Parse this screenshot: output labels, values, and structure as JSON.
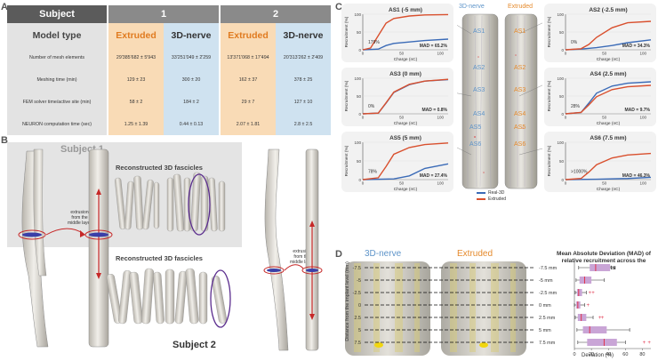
{
  "panels": {
    "a": "A",
    "b": "B",
    "c": "C",
    "d": "D"
  },
  "table": {
    "header_subject": "Subject",
    "header_subject_1": "1",
    "header_subject_2": "2",
    "model_type_label": "Model type",
    "model_types": [
      "Extruded",
      "3D-nerve",
      "Extruded",
      "3D-nerve"
    ],
    "rows": [
      {
        "label": "Number of mesh elements",
        "values": [
          "29'385'682 ± 5'943",
          "33'251'049 ± 2'259",
          "13'371'068 ± 17'494",
          "20'313'262 ± 2'409"
        ]
      },
      {
        "label": "Meshing time (min)",
        "values": [
          "129 ± 23",
          "300 ± 20",
          "162 ± 37",
          "378 ± 25"
        ]
      },
      {
        "label": "FEM solver time/active site (min)",
        "values": [
          "58 ± 2",
          "184 ± 2",
          "29 ± 7",
          "127 ± 10"
        ]
      },
      {
        "label": "NEURON computation time (sec)",
        "values": [
          "1.25 ± 1.39",
          "0.44 ± 0.13",
          "2.07 ± 1.81",
          "2.8 ± 2.5"
        ]
      }
    ],
    "colors": {
      "header_dark": "#7f7f7f",
      "extruded_bg": "#f9dbb6",
      "nerve_bg": "#cfe2f0",
      "label_bg": "#e3e3e3"
    }
  },
  "panel_b": {
    "subject1": "Subject 1",
    "subject2": "Subject 2",
    "reconstructed": "Reconstructed 3D fascicles",
    "extrusion_text": [
      "extrusion",
      "from the",
      "middle layer"
    ]
  },
  "panel_c": {
    "legend_3dnerve": "3D-nerve",
    "legend_extruded": "Extruded",
    "bottom_legend": [
      "Real-3D",
      "Extruded"
    ],
    "y_label": "Recruitment (%)",
    "x_label": "Charge (nC)",
    "site_labels": [
      "AS1",
      "AS2",
      "AS3",
      "AS4",
      "AS5",
      "AS6"
    ],
    "colors": {
      "nerve": "#3b6bb7",
      "extruded": "#d9502e",
      "nerve_label": "#5e94c9",
      "extruded_label": "#e58a2c"
    }
  },
  "chart_data": [
    {
      "type": "line",
      "title": "AS1 (-5 mm)",
      "xlabel": "Charge (nC)",
      "ylabel": "Recruitment (%)",
      "xlim": [
        0,
        110
      ],
      "ylim": [
        0,
        100
      ],
      "annotation": "179%",
      "mad": "MAD = 65.2%",
      "series": [
        {
          "name": "Real-3D",
          "x": [
            0,
            20,
            30,
            40,
            60,
            80,
            110
          ],
          "y": [
            0,
            2,
            12,
            18,
            22,
            26,
            30
          ]
        },
        {
          "name": "Extruded",
          "x": [
            0,
            10,
            20,
            30,
            40,
            60,
            80,
            110
          ],
          "y": [
            0,
            5,
            40,
            75,
            88,
            95,
            98,
            99
          ]
        }
      ]
    },
    {
      "type": "line",
      "title": "AS3 (0 mm)",
      "xlabel": "Charge (nC)",
      "ylabel": "Recruitment (%)",
      "xlim": [
        0,
        110
      ],
      "ylim": [
        0,
        100
      ],
      "annotation": "0%",
      "mad": "MAD = 0.8%",
      "series": [
        {
          "name": "Real-3D",
          "x": [
            0,
            20,
            30,
            40,
            60,
            80,
            110
          ],
          "y": [
            0,
            2,
            30,
            60,
            82,
            92,
            96
          ]
        },
        {
          "name": "Extruded",
          "x": [
            0,
            20,
            30,
            40,
            60,
            80,
            110
          ],
          "y": [
            0,
            2,
            31,
            61,
            83,
            92,
            97
          ]
        }
      ]
    },
    {
      "type": "line",
      "title": "AS5 (5 mm)",
      "xlabel": "Charge (nC)",
      "ylabel": "Recruitment (%)",
      "xlim": [
        0,
        110
      ],
      "ylim": [
        0,
        100
      ],
      "annotation": "78%",
      "mad": "MAD = 27.4%",
      "series": [
        {
          "name": "Real-3D",
          "x": [
            0,
            40,
            60,
            80,
            110
          ],
          "y": [
            0,
            2,
            10,
            30,
            42
          ]
        },
        {
          "name": "Extruded",
          "x": [
            0,
            20,
            30,
            40,
            60,
            80,
            110
          ],
          "y": [
            0,
            5,
            35,
            68,
            86,
            94,
            98
          ]
        }
      ]
    },
    {
      "type": "line",
      "title": "AS2 (-2.5 mm)",
      "xlabel": "Charge (nC)",
      "ylabel": "Recruitment (%)",
      "xlim": [
        0,
        110
      ],
      "ylim": [
        0,
        100
      ],
      "annotation": "0%",
      "mad": "MAD = 34.3%",
      "series": [
        {
          "name": "Real-3D",
          "x": [
            0,
            20,
            40,
            60,
            80,
            110
          ],
          "y": [
            0,
            2,
            6,
            12,
            20,
            28
          ]
        },
        {
          "name": "Extruded",
          "x": [
            0,
            20,
            30,
            40,
            60,
            80,
            110
          ],
          "y": [
            0,
            3,
            15,
            35,
            62,
            76,
            80
          ]
        }
      ]
    },
    {
      "type": "line",
      "title": "AS4 (2.5 mm)",
      "xlabel": "Charge (nC)",
      "ylabel": "Recruitment (%)",
      "xlim": [
        0,
        110
      ],
      "ylim": [
        0,
        100
      ],
      "annotation": "28%",
      "mad": "MAD = 9.7%",
      "series": [
        {
          "name": "Real-3D",
          "x": [
            0,
            20,
            30,
            40,
            60,
            80,
            110
          ],
          "y": [
            0,
            4,
            30,
            58,
            78,
            86,
            90
          ]
        },
        {
          "name": "Extruded",
          "x": [
            0,
            20,
            30,
            40,
            60,
            80,
            110
          ],
          "y": [
            0,
            4,
            25,
            48,
            68,
            76,
            80
          ]
        }
      ]
    },
    {
      "type": "line",
      "title": "AS6 (7.5 mm)",
      "xlabel": "Charge (nC)",
      "ylabel": "Recruitment (%)",
      "xlim": [
        0,
        110
      ],
      "ylim": [
        0,
        100
      ],
      "annotation": ">1000%",
      "mad": "MAD = 46.3%",
      "series": [
        {
          "name": "Real-3D",
          "x": [
            0,
            40,
            80,
            110
          ],
          "y": [
            0,
            1,
            3,
            6
          ]
        },
        {
          "name": "Extruded",
          "x": [
            0,
            20,
            30,
            40,
            60,
            80,
            110
          ],
          "y": [
            0,
            3,
            20,
            40,
            58,
            66,
            70
          ]
        }
      ]
    },
    {
      "type": "box",
      "title": "Mean Absolute Deviation (MAD) of relative recruitment across the subjects",
      "xlabel": "Deviation (%)",
      "ylabel": "Distance from the implant level (mm)",
      "xlim": [
        0,
        90
      ],
      "x_ticks": [
        0,
        20,
        40,
        60,
        80
      ],
      "categories": [
        "-7.5",
        "-5",
        "-2.5",
        "0",
        "2.5",
        "5",
        "7.5"
      ],
      "right_labels": [
        "-7.5 mm",
        "-5 mm",
        "-2.5 mm",
        "0 mm",
        "2.5 mm",
        "5 mm",
        "7.5 mm"
      ],
      "boxes": [
        {
          "min": 5,
          "q1": 18,
          "median": 25,
          "q3": 42,
          "max": 48,
          "outliers": []
        },
        {
          "min": 2,
          "q1": 6,
          "median": 12,
          "q3": 20,
          "max": 35,
          "outliers": []
        },
        {
          "min": 1,
          "q1": 3,
          "median": 5,
          "q3": 9,
          "max": 14,
          "outliers": [
            18,
            22
          ]
        },
        {
          "min": 0,
          "q1": 2,
          "median": 4,
          "q3": 7,
          "max": 12,
          "outliers": [
            16
          ]
        },
        {
          "min": 1,
          "q1": 4,
          "median": 8,
          "q3": 14,
          "max": 22,
          "outliers": [
            30,
            33
          ]
        },
        {
          "min": 3,
          "q1": 10,
          "median": 18,
          "q3": 38,
          "max": 65,
          "outliers": []
        },
        {
          "min": 4,
          "q1": 15,
          "median": 35,
          "q3": 50,
          "max": 60,
          "outliers": [
            82,
            88
          ]
        }
      ]
    }
  ],
  "panel_d": {
    "label_3dnerve": "3D-nerve",
    "label_extruded": "Extruded",
    "box_color": "#c9a5d6",
    "median_color": "#e2334c"
  }
}
